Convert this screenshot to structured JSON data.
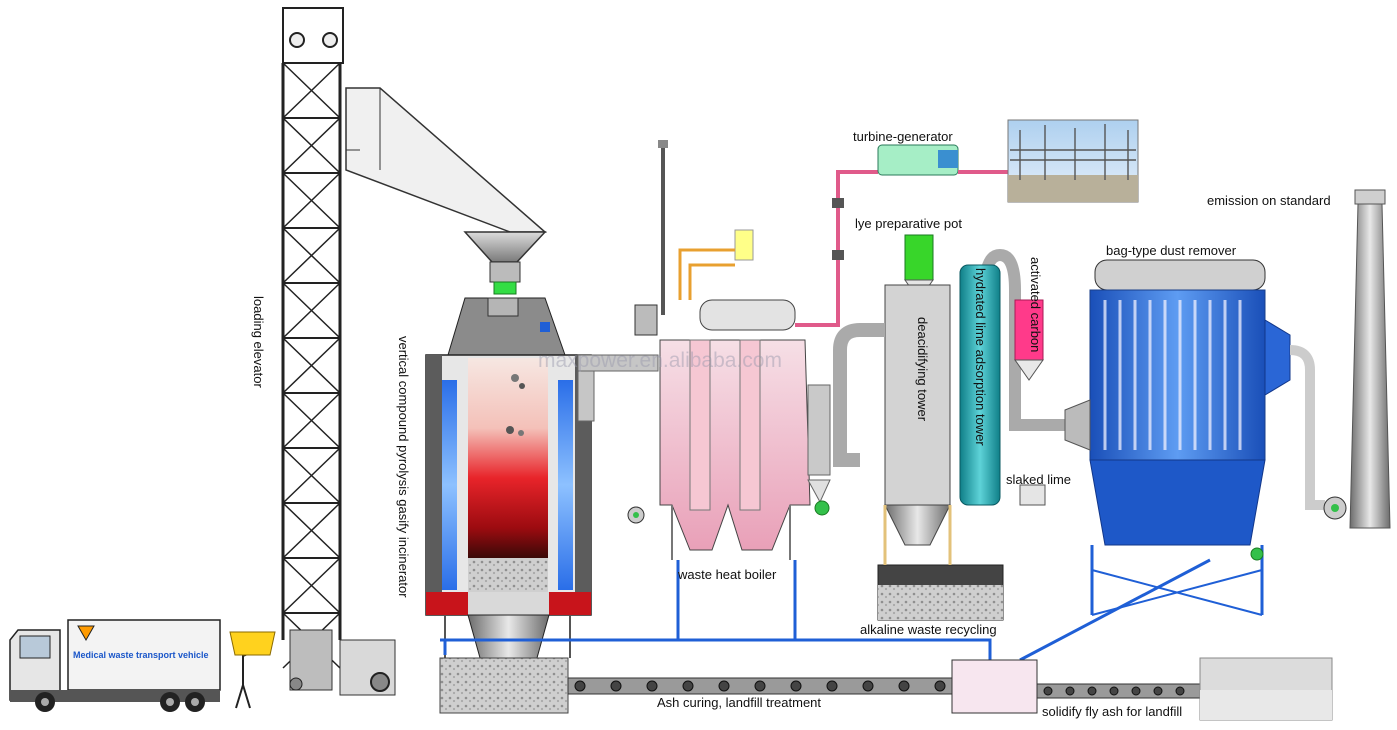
{
  "labels": {
    "loading_elevator": "loading elevator",
    "incinerator": "vertical compound pyrolysis gasify incinerator",
    "turbine_generator": "turbine-generator",
    "lye_pot": "lye preparative pot",
    "emission": "emission on standard",
    "bag_dust_remover": "bag-type dust remover",
    "activated_carbon": "activated carbon",
    "hydrated_lime_tower": "hydrated lime adsorption tower",
    "deacidifying_tower": "deacidifying tower",
    "slaked_lime": "slaked lime",
    "waste_heat_boiler": "waste heat boiler",
    "alkaline_recycling": "alkaline waste recycling",
    "ash_curing": "Ash curing, landfill treatment",
    "fly_ash": "solidify fly ash for landfill",
    "truck": "Medical waste transport vehicle"
  },
  "watermark": "maxpower.en.alibaba.com",
  "colors": {
    "pipe_blue": "#1f5fd6",
    "pipe_pink": "#e05a8a",
    "pipe_orange": "#e8a030",
    "furnace_red": "#d6141b",
    "tower_teal": "#22a0a8",
    "bag_blue": "#1e58c8",
    "carbon_pink": "#ff3a8a",
    "lye_green": "#38d62a"
  }
}
